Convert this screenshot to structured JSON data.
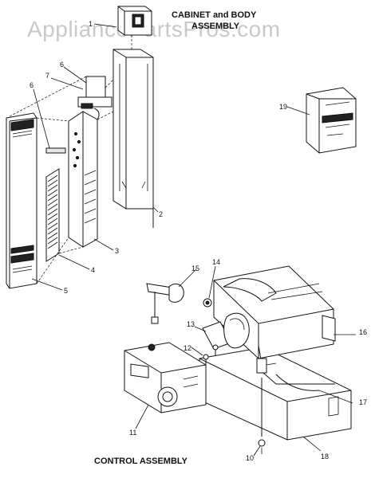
{
  "watermark": "AppliancePartsPros.com",
  "headings": {
    "cabinet_line1": "CABINET and BODY",
    "cabinet_line2": "ASSEMBLY",
    "control": "CONTROL ASSEMBLY"
  },
  "callouts": {
    "c1": "1",
    "c2": "2",
    "c3": "3",
    "c4": "4",
    "c5": "5",
    "c6a": "6",
    "c6b": "6",
    "c7": "7",
    "c10": "10",
    "c11": "11",
    "c12": "12",
    "c13": "13",
    "c14": "14",
    "c15": "15",
    "c16": "16",
    "c17": "17",
    "c18": "18",
    "c19": "19"
  }
}
